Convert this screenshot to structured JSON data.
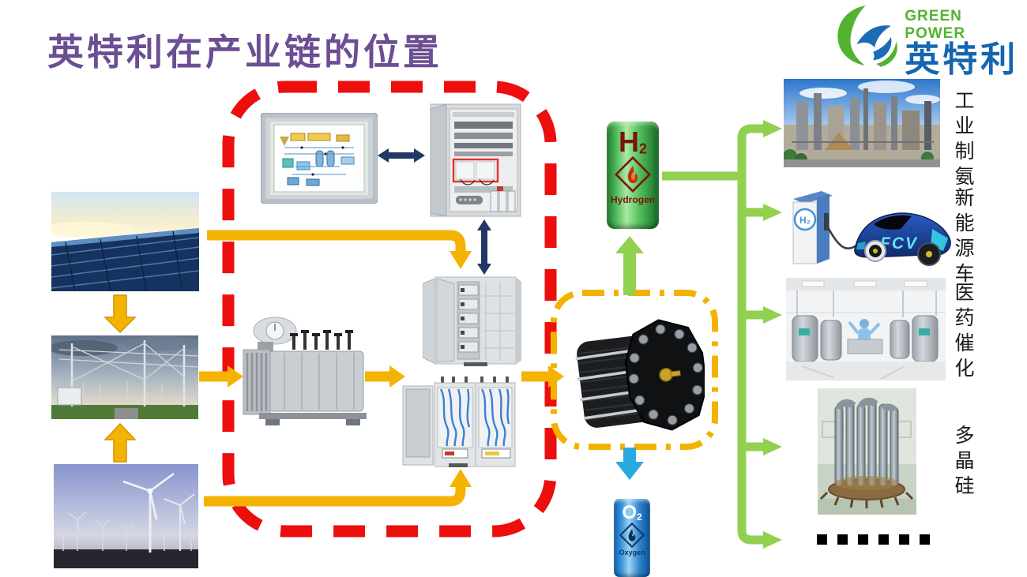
{
  "slide": {
    "title": "英特利在产业链的位置"
  },
  "logo": {
    "tagline": "GREEN POWER",
    "brand": "英特利"
  },
  "cylinders": {
    "hydrogen": {
      "symbol": "H",
      "subscript": "2",
      "label": "Hydrogen"
    },
    "oxygen": {
      "symbol": "O",
      "subscript": "2",
      "label": "Oxygen"
    }
  },
  "fcv": {
    "badge": "FCV",
    "dispenser": "H₂"
  },
  "applications": [
    {
      "label": "工业制氨"
    },
    {
      "label": "新能源车"
    },
    {
      "label": "医药催化"
    },
    {
      "label": "多晶硅"
    }
  ],
  "ellipsis_dot_count": 6,
  "colors": {
    "title_purple": "#6B4E93",
    "brand_green": "#52B331",
    "brand_blue": "#1566B1",
    "power_flow_gold": "#F5B301",
    "control_link_navy": "#1F3864",
    "hydrogen_green": "#92D050",
    "oxygen_blue": "#29ABE2",
    "system_boundary_red": "#ED0E0E",
    "electrolyzer_boundary_gold": "#F3B200"
  }
}
